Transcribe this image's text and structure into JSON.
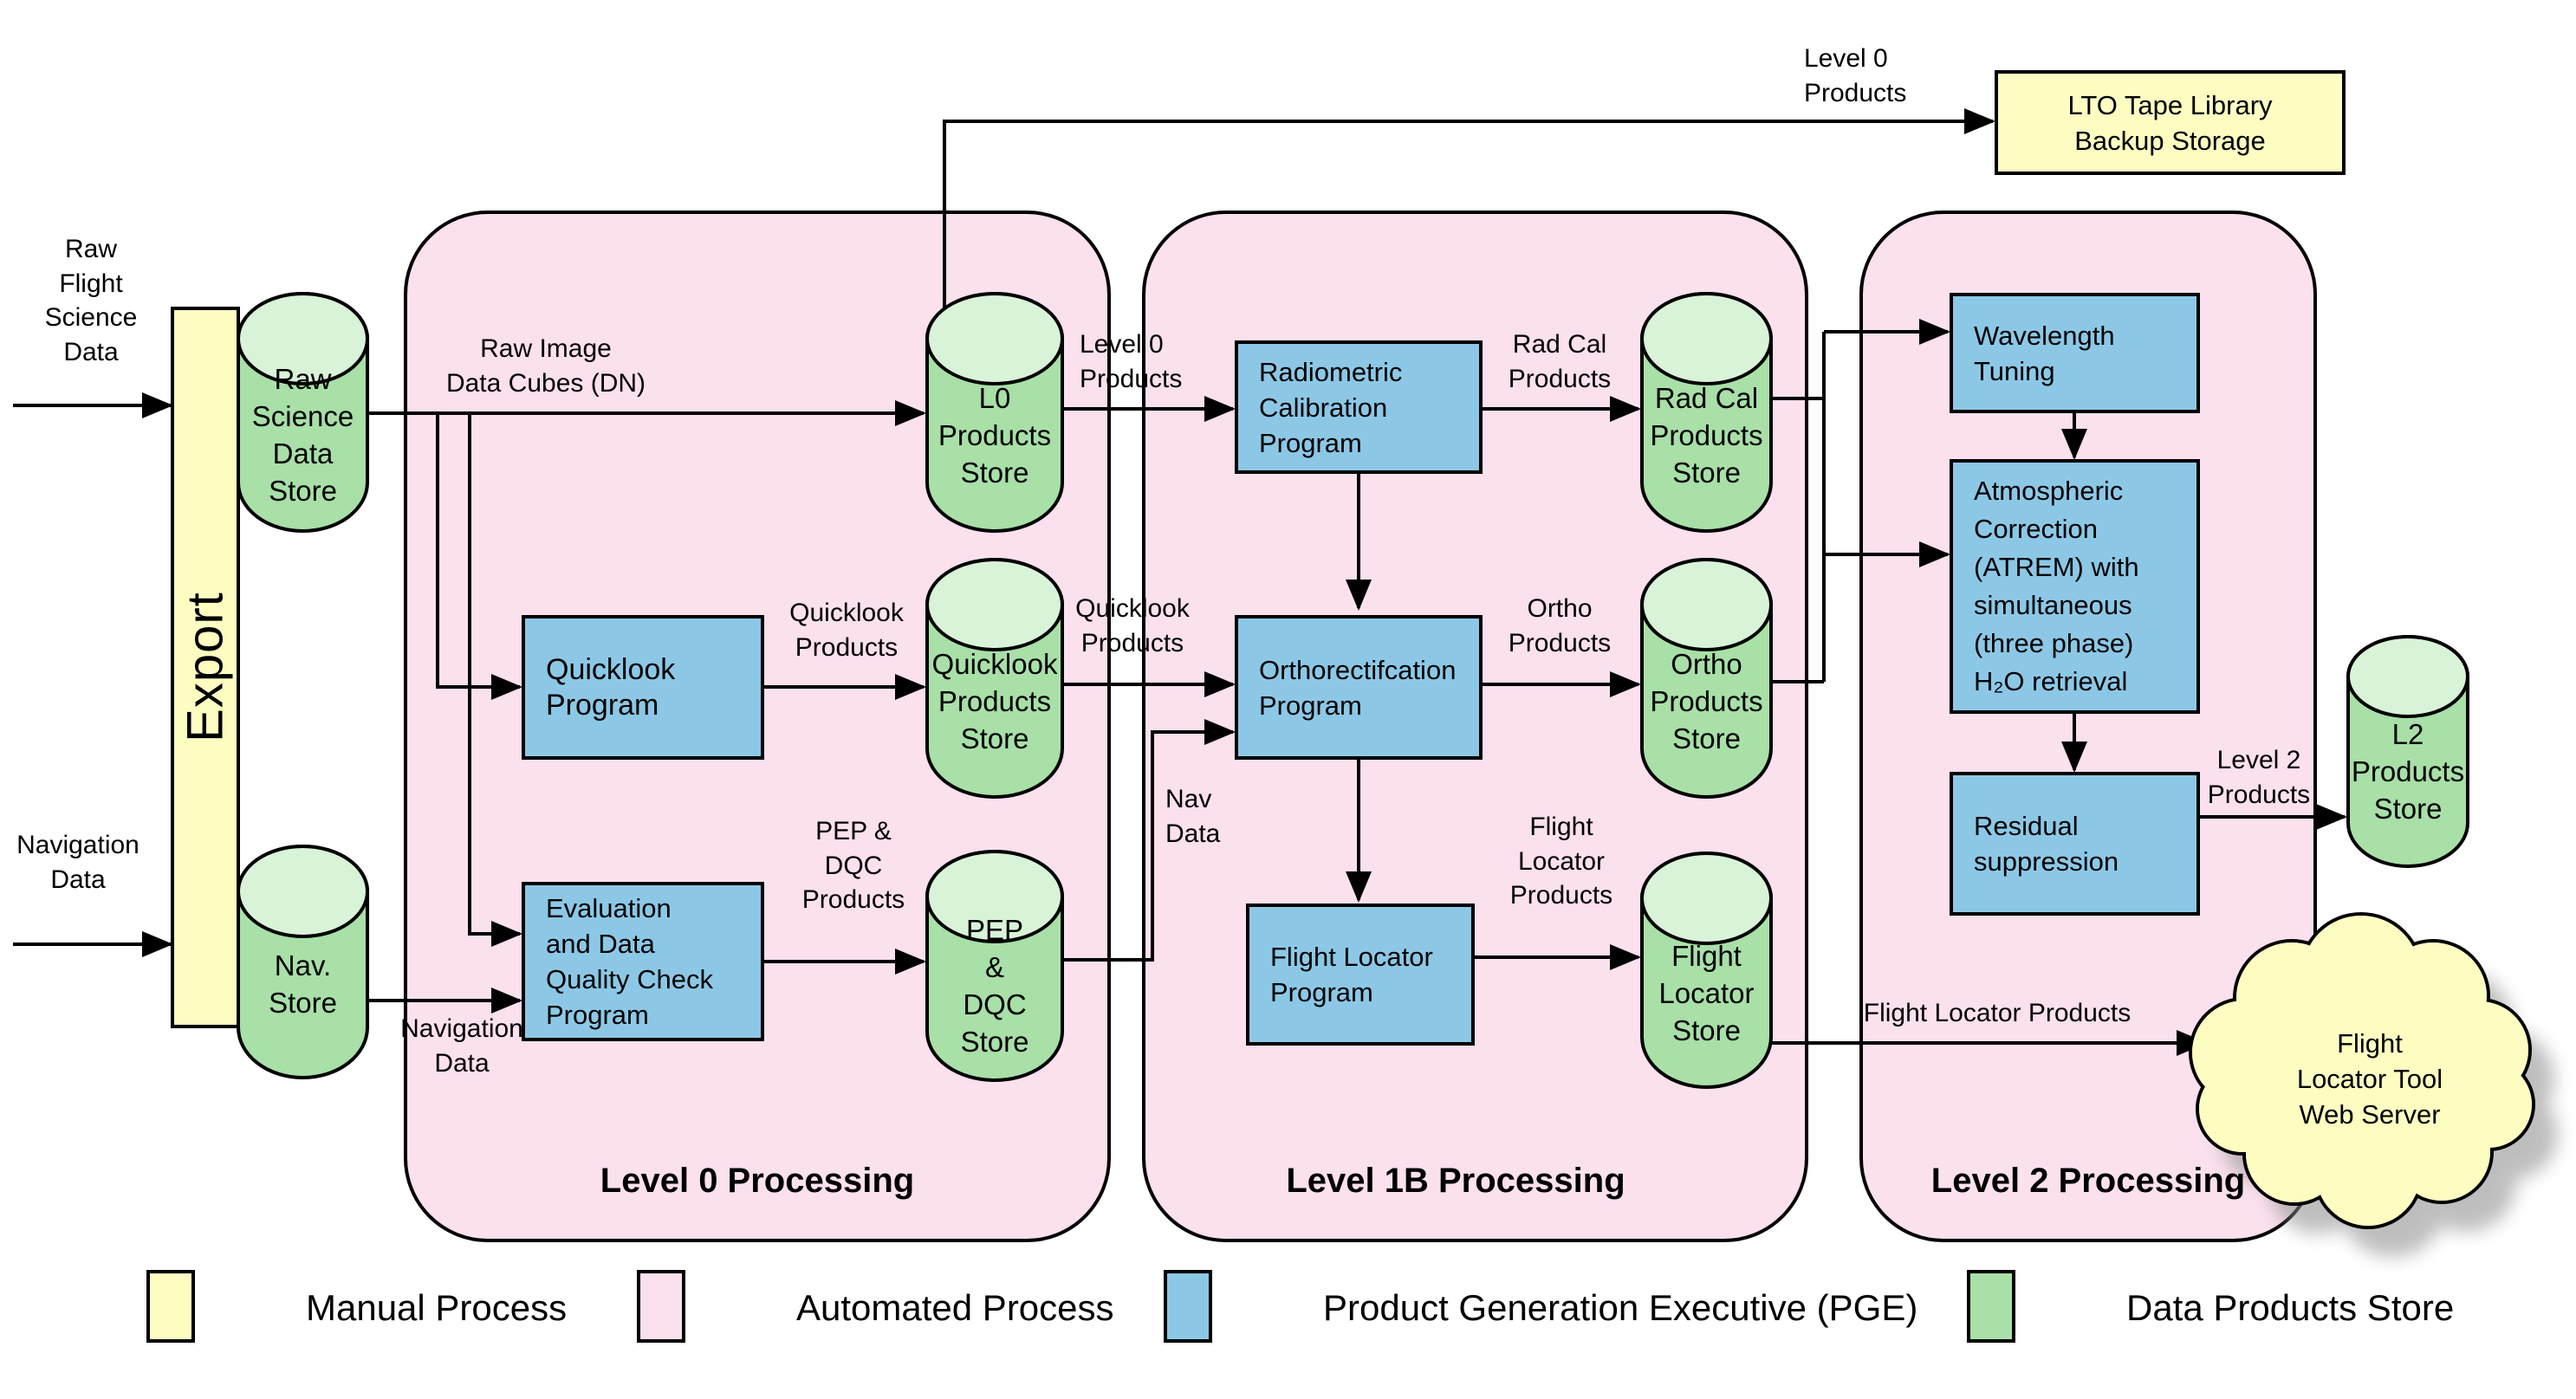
{
  "colors": {
    "manual_yellow": "#fdfdc2",
    "automated_pink": "#fbe0ee",
    "pge_blue": "#8cc8e6",
    "store_green": "#a8e0a8",
    "store_lid_green": "#d8f3d8",
    "line_black": "#000000"
  },
  "inputs": {
    "raw_flight": "Raw\nFlight\nScience\nData",
    "navigation": "Navigation\nData"
  },
  "regions": {
    "level0": "Level 0 Processing",
    "level1b": "Level 1B Processing",
    "level2": "Level 2 Processing"
  },
  "manual": {
    "export": "Export",
    "lto": "LTO Tape Library\nBackup Storage",
    "web_server": "Flight\nLocator Tool\nWeb Server"
  },
  "stores": {
    "raw_science": "Raw\nScience\nData\nStore",
    "nav": "Nav.\nStore",
    "l0": "L0\nProducts\nStore",
    "quicklook": "Quicklook\nProducts\nStore",
    "pep": "PEP\n&\nDQC\nStore",
    "rad_cal": "Rad Cal\nProducts\nStore",
    "ortho": "Ortho\nProducts\nStore",
    "flight_locator": "Flight\nLocator\nStore",
    "l2": "L2\nProducts\nStore"
  },
  "programs": {
    "quicklook": "Quicklook\nProgram",
    "evaluation": "Evaluation\nand Data\nQuality Check\nProgram",
    "radiometric": "Radiometric\nCalibration\nProgram",
    "ortho": "Orthorectifcation\nProgram",
    "flight_locator": "Flight Locator\nProgram",
    "wavelength": "Wavelength\nTuning",
    "atmospheric": "Atmospheric\nCorrection\n(ATREM) with\nsimultaneous\n(three phase)\nH₂O retrieval",
    "residual": "Residual\nsuppression"
  },
  "flows": {
    "raw_image_cubes": "Raw Image\nData Cubes (DN)",
    "level0_products_top": "Level 0\nProducts",
    "level0_products": "Level 0\nProducts",
    "rad_cal_products": "Rad Cal\nProducts",
    "quicklook_products_a": "Quicklook\nProducts",
    "quicklook_products_b": "Quicklook\nProducts",
    "pep_dqc_products": "PEP &\nDQC\nProducts",
    "navigation_data": "Navigation\nData",
    "nav_data": "Nav\nData",
    "ortho_products": "Ortho\nProducts",
    "flight_locator_products_short": "Flight\nLocator\nProducts",
    "flight_locator_products": "Flight Locator Products",
    "level2_products": "Level 2\nProducts"
  },
  "legend": {
    "manual": "Manual Process",
    "automated": "Automated Process",
    "pge": "Product Generation Executive (PGE)",
    "store": "Data Products Store"
  }
}
